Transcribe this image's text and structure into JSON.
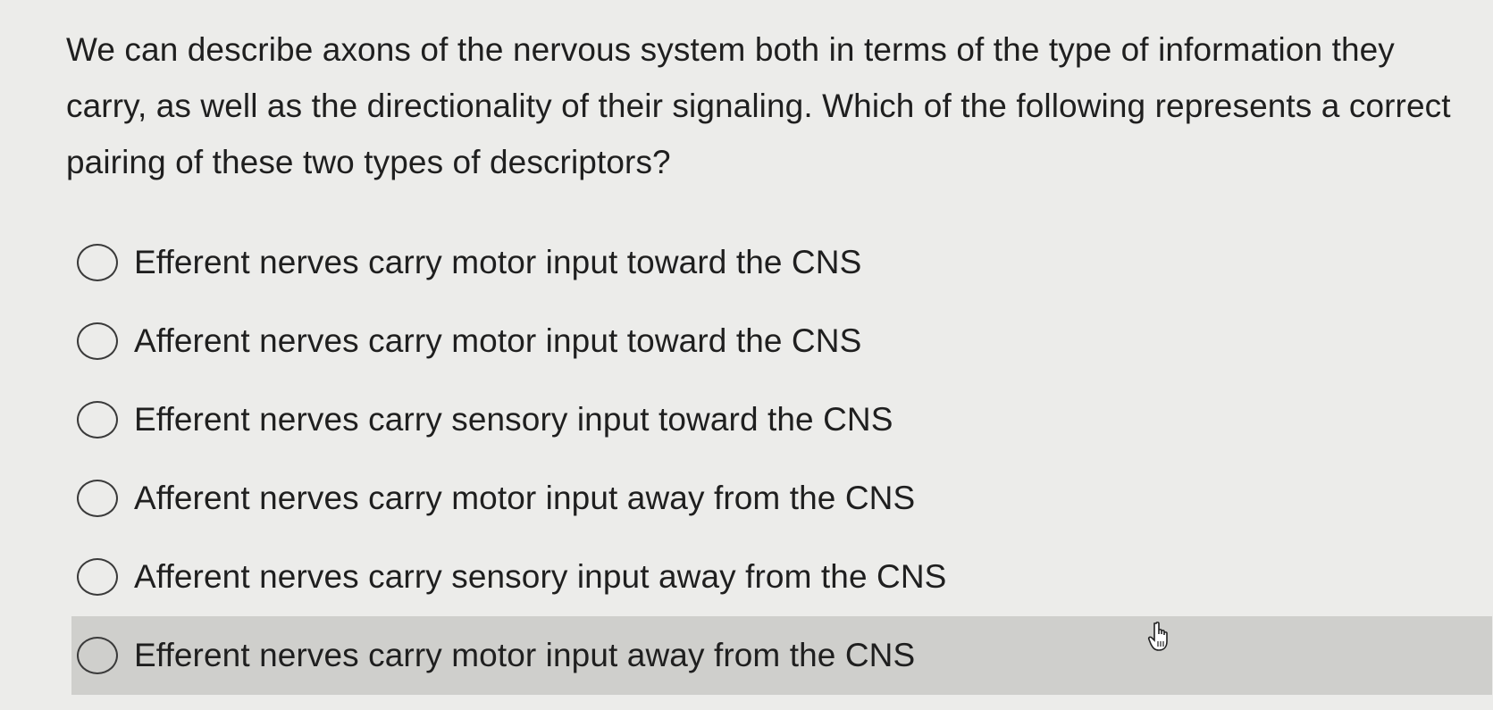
{
  "question": {
    "text": "We can describe axons of the nervous system both in terms of the type of information they carry, as well as the directionality of their signaling. Which of the following represents a correct pairing of these two types of descriptors?"
  },
  "options": [
    {
      "label": "Efferent nerves carry motor input toward the CNS"
    },
    {
      "label": "Afferent nerves carry motor input toward the CNS"
    },
    {
      "label": "Efferent nerves carry sensory input toward the CNS"
    },
    {
      "label": "Afferent nerves carry motor input away from the CNS"
    },
    {
      "label": "Afferent nerves carry sensory input away from the CNS"
    },
    {
      "label": "Efferent nerves carry motor input away from the CNS"
    }
  ],
  "cursor": {
    "icon": "hand-pointer-icon"
  },
  "colors": {
    "background": "#ececea",
    "hover_row": "#cfcfcc",
    "text": "#1f1f1f"
  }
}
